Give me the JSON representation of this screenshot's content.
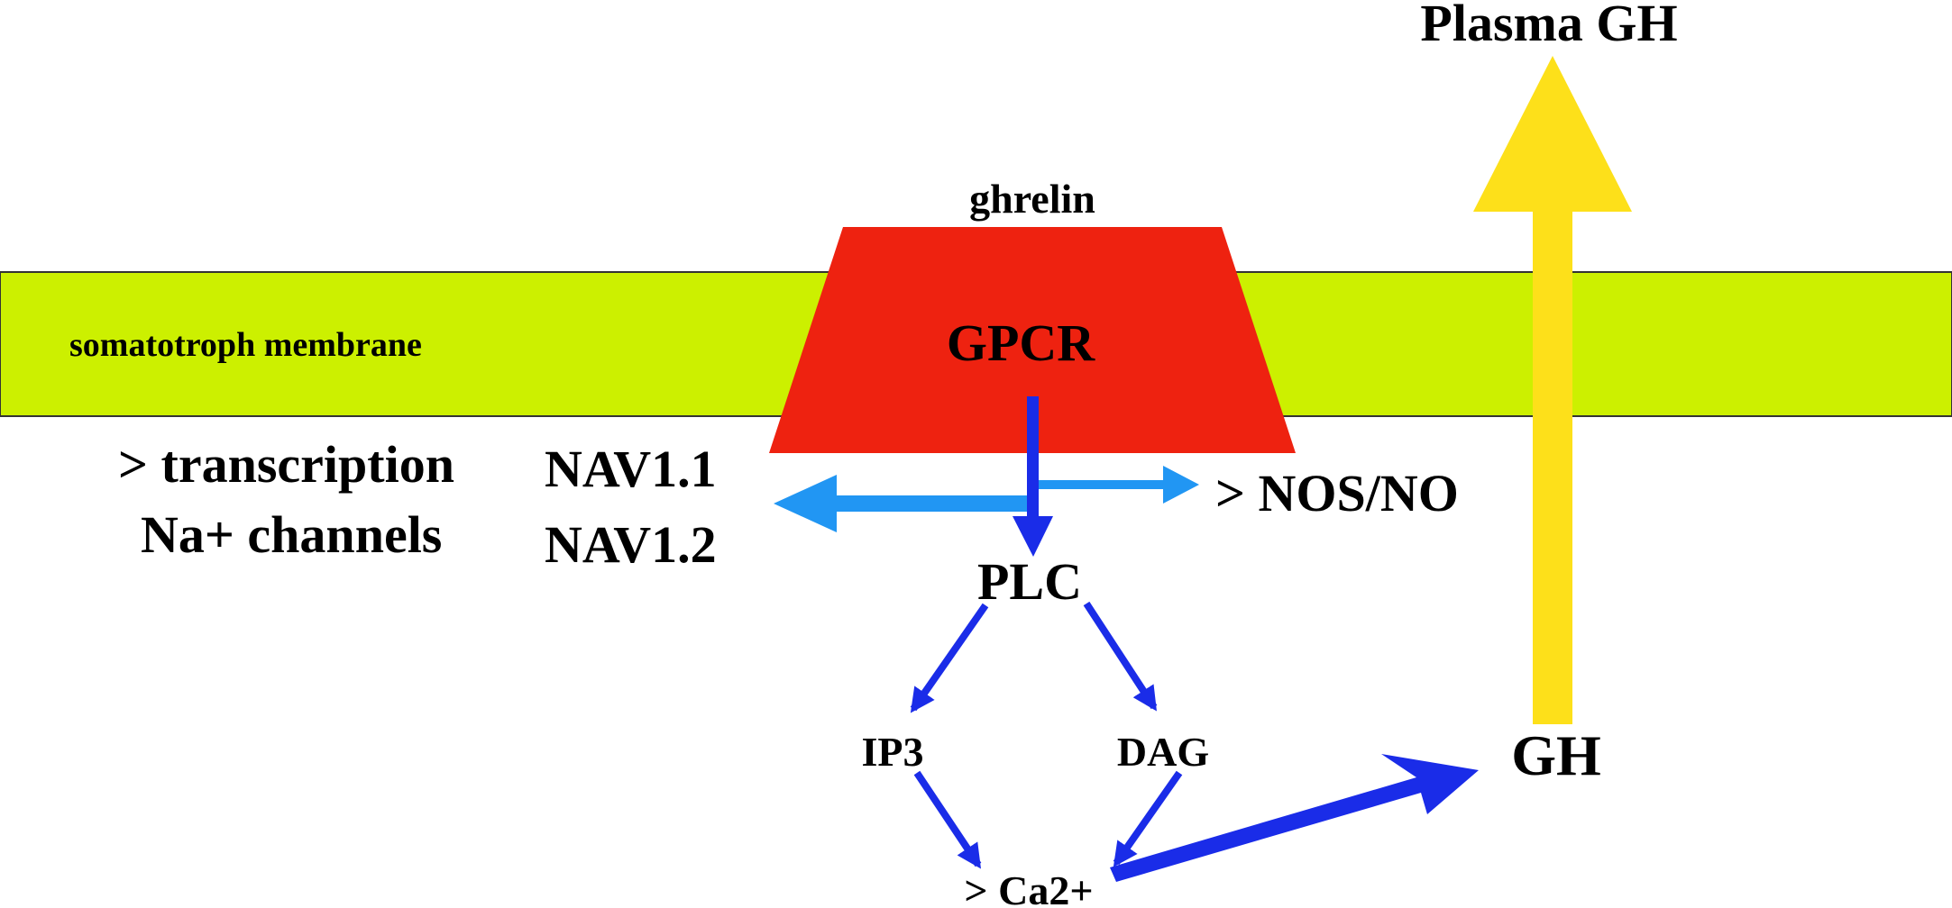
{
  "labels": {
    "plasma_gh": "Plasma GH",
    "ghrelin": "ghrelin",
    "membrane": "somatotroph membrane",
    "gpcr": "GPCR",
    "transcription": "> transcription",
    "na_channels": "Na+ channels",
    "nav11": "NAV1.1",
    "nav12": "NAV1.2",
    "nos_no": "> NOS/NO",
    "plc": "PLC",
    "ip3": "IP3",
    "dag": "DAG",
    "ca2": "> Ca2+",
    "gh": "GH"
  },
  "colors": {
    "membrane": "#ccf000",
    "receptor": "#ee2210",
    "signal_arrow": "#1a2ce8",
    "na_no_arrow": "#2196f3",
    "gh_release_arrow": "#fde01a",
    "text": "#000000"
  }
}
